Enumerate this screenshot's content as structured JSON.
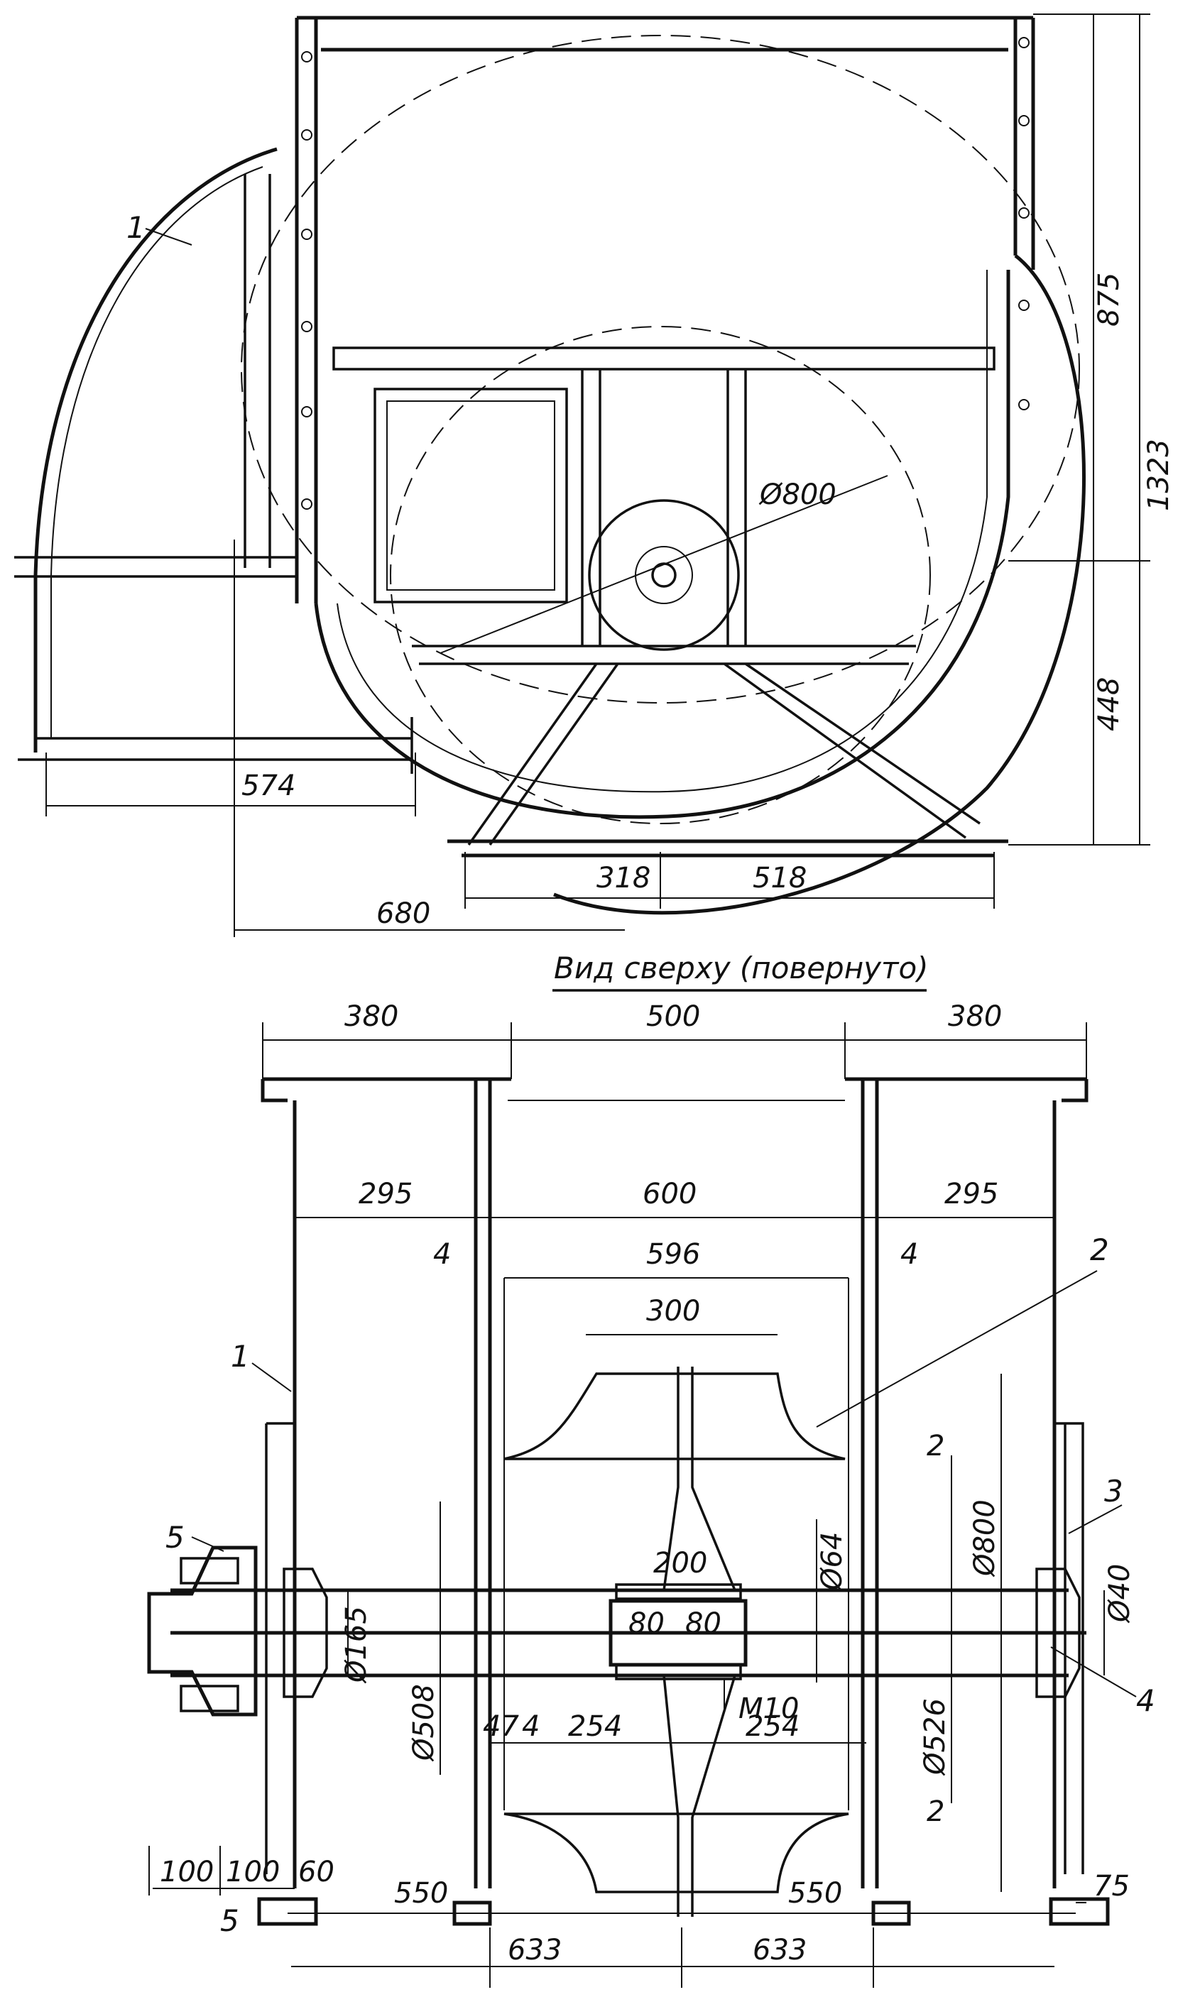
{
  "side_view": {
    "dimensions": {
      "d_wheel": "Ø800",
      "h_875": "875",
      "h_1323": "1323",
      "h_448": "448",
      "w_574": "574",
      "w_680": "680",
      "w_318": "318",
      "w_518": "518"
    },
    "callouts": {
      "c1": "1"
    }
  },
  "top_view": {
    "title": "Вид сверху (повернуто)",
    "dimensions": {
      "w380_left": "380",
      "w500": "500",
      "w380_right": "380",
      "w295_left": "295",
      "w600": "600",
      "w295_right": "295",
      "t4_left": "4",
      "w596": "596",
      "t4_right": "4",
      "w300": "300",
      "w200": "200",
      "d64": "Ø64",
      "w80_left": "80",
      "w80_right": "80",
      "m10": "M10",
      "d165": "Ø165",
      "d508": "Ø508",
      "t47": "47",
      "t4_mid": "4",
      "w254_left": "254",
      "w254_right": "254",
      "d800": "Ø800",
      "d40": "Ø40",
      "d526": "Ø526",
      "t2_top": "2",
      "t2_bottom": "2",
      "w100_a": "100",
      "w100_b": "100",
      "w60": "60",
      "w550_left": "550",
      "w550_right": "550",
      "w75": "75",
      "w633_left": "633",
      "w633_right": "633"
    },
    "callouts": {
      "c1": "1",
      "c2": "2",
      "c3": "3",
      "c4": "4",
      "c5_top": "5",
      "c5_bottom": "5"
    }
  }
}
